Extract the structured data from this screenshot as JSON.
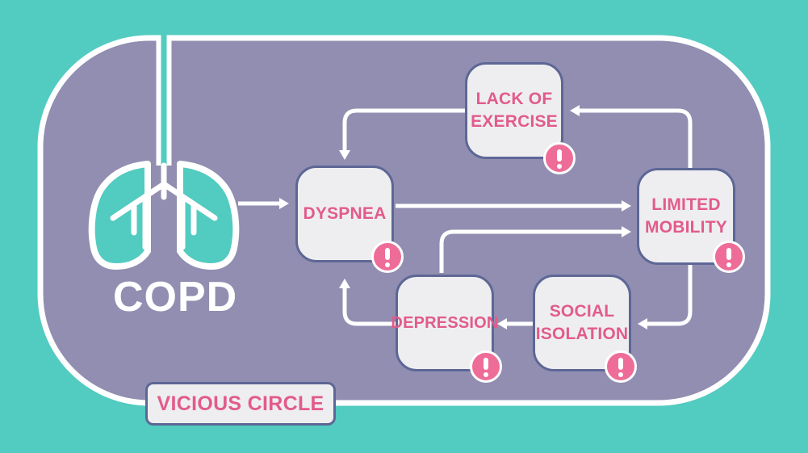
{
  "condition": {
    "title": "COPD",
    "icon": "lungs-icon"
  },
  "cycle_label": "VICIOUS CIRCLE",
  "nodes": {
    "dyspnea": "DYSPNEA",
    "lack_of_exercise": "LACK OF\nEXERCISE",
    "limited_mobility": "LIMITED\nMOBILITY",
    "social_isolation": "SOCIAL\nISOLATION",
    "depression": "DEPRESSION"
  },
  "edges": [
    {
      "from": "copd",
      "to": "dyspnea"
    },
    {
      "from": "dyspnea",
      "to": "limited_mobility"
    },
    {
      "from": "limited_mobility",
      "to": "lack_of_exercise"
    },
    {
      "from": "lack_of_exercise",
      "to": "dyspnea"
    },
    {
      "from": "limited_mobility",
      "to": "social_isolation"
    },
    {
      "from": "social_isolation",
      "to": "depression"
    },
    {
      "from": "depression",
      "to": "dyspnea"
    },
    {
      "from": "depression",
      "to": "limited_mobility"
    }
  ],
  "alert_icon": "exclamation-icon",
  "colors": {
    "background": "#52cbc0",
    "panel": "#918eb1",
    "node_fill": "#eeeef0",
    "node_border": "#5d6796",
    "label_text": "#e25b8b",
    "alert": "#ee6d98",
    "lung_fill": "#52cbc0",
    "lines": "#ffffff"
  }
}
